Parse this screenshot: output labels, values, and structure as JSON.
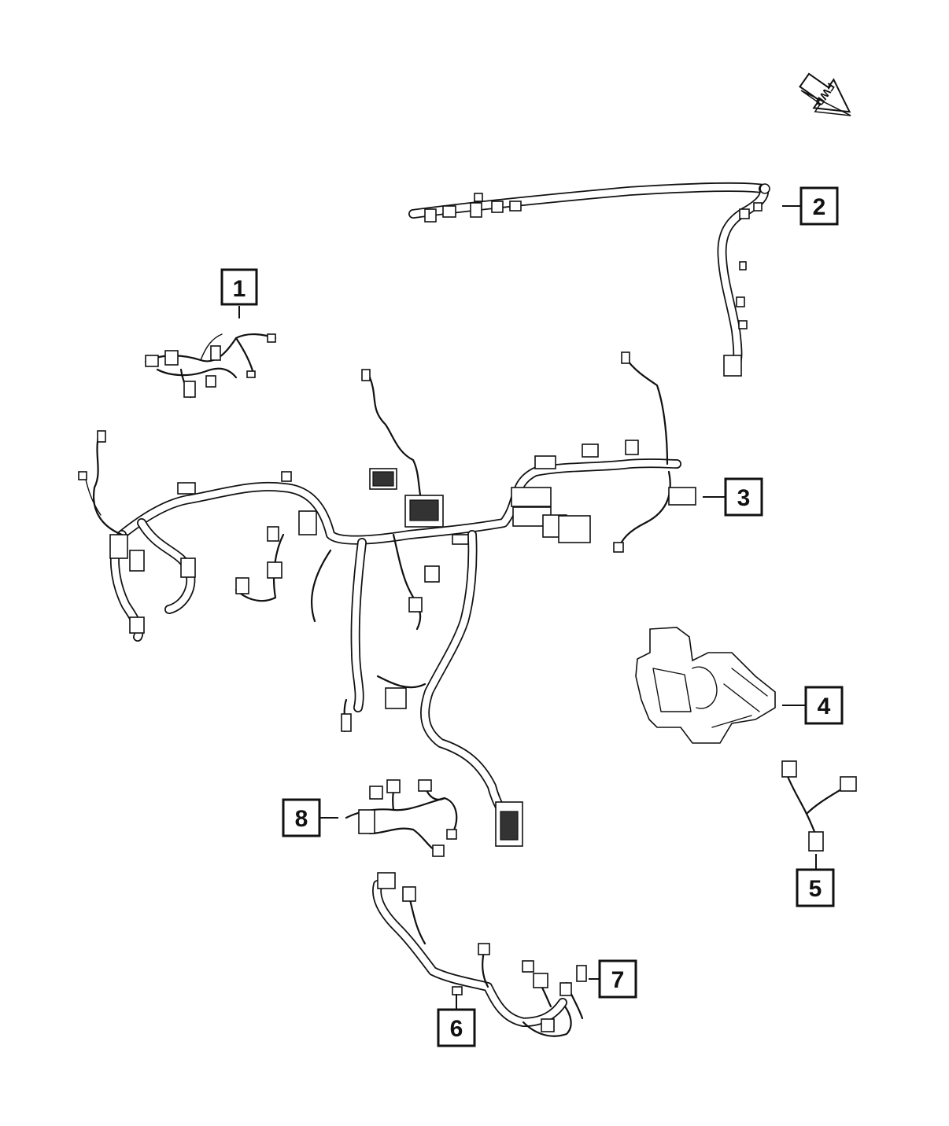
{
  "diagram": {
    "orientation_label": "FWD",
    "callouts": [
      {
        "id": "callout-1",
        "label": "1"
      },
      {
        "id": "callout-2",
        "label": "2"
      },
      {
        "id": "callout-3",
        "label": "3"
      },
      {
        "id": "callout-4",
        "label": "4"
      },
      {
        "id": "callout-5",
        "label": "5"
      },
      {
        "id": "callout-6",
        "label": "6"
      },
      {
        "id": "callout-7",
        "label": "7"
      },
      {
        "id": "callout-8",
        "label": "8"
      }
    ],
    "colors": {
      "line": "#111111",
      "background": "#ffffff"
    }
  }
}
